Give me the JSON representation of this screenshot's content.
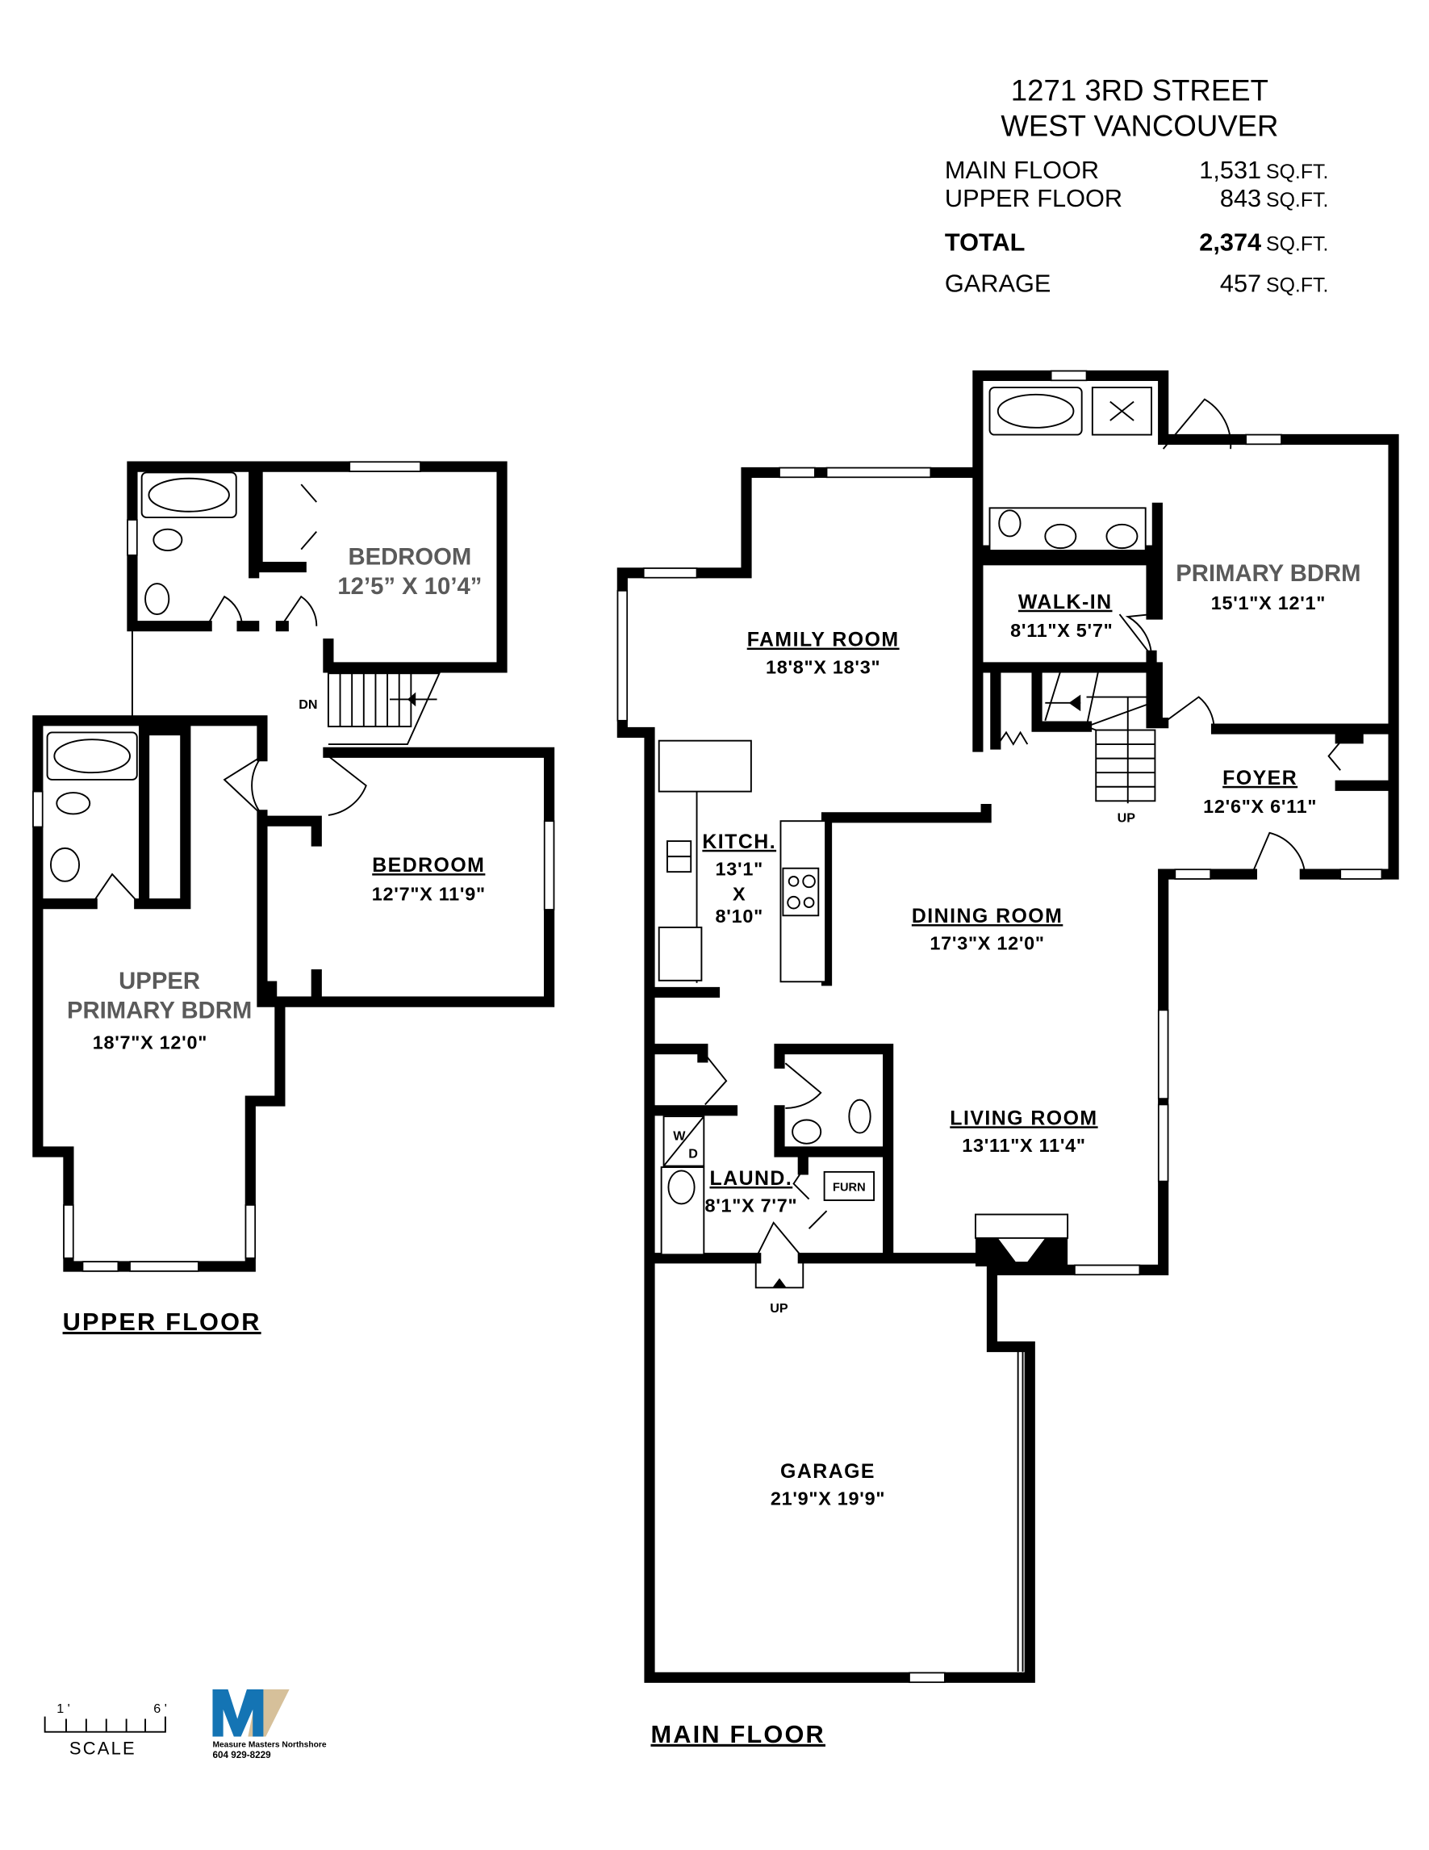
{
  "header": {
    "address_line1": "1271 3RD STREET",
    "address_line2": "WEST VANCOUVER",
    "areas": [
      {
        "label": "MAIN FLOOR",
        "value": "1,531",
        "unit": "SQ.FT."
      },
      {
        "label": "UPPER FLOOR",
        "value": "843",
        "unit": "SQ.FT."
      },
      {
        "label": "TOTAL",
        "value": "2,374",
        "unit": "SQ.FT."
      },
      {
        "label": "GARAGE",
        "value": "457",
        "unit": "SQ.FT."
      }
    ]
  },
  "upper_floor": {
    "title": "UPPER FLOOR",
    "rooms": [
      {
        "name": "BEDROOM",
        "dims": "12’5” X 10’4”"
      },
      {
        "name": "BEDROOM",
        "dims": "12'7\"X  11'9\""
      },
      {
        "name_line1": "UPPER",
        "name_line2": "PRIMARY BDRM",
        "dims": "18'7\"X  12'0\""
      }
    ],
    "stair_label": "DN"
  },
  "main_floor": {
    "title": "MAIN FLOOR",
    "rooms": [
      {
        "name": "FAMILY ROOM",
        "dims": "18'8\"X  18'3\""
      },
      {
        "name": "PRIMARY BDRM",
        "dims": "15'1\"X  12'1\""
      },
      {
        "name": "WALK-IN",
        "dims": "8'11\"X  5'7\""
      },
      {
        "name": "FOYER",
        "dims": "12'6\"X  6'11\""
      },
      {
        "name": "KITCH.",
        "dims_line1": "13'1\"",
        "dims_line2": "X",
        "dims_line3": "8'10\""
      },
      {
        "name": "DINING ROOM",
        "dims": "17'3\"X  12'0\""
      },
      {
        "name": "LIVING ROOM",
        "dims": "13'11\"X  11'4\""
      },
      {
        "name": "LAUND.",
        "dims": "8'1\"X  7'7\""
      },
      {
        "name": "GARAGE",
        "dims": "21'9\"X  19'9\""
      }
    ],
    "stair_label": "UP",
    "garage_stair_label": "UP",
    "furnace_label": "FURN",
    "washer_dryer_label_w": "W",
    "washer_dryer_label_d": "D"
  },
  "scale": {
    "label": "SCALE",
    "start": "1 '",
    "end": "6 '"
  },
  "logo": {
    "letters": "MV",
    "company": "Measure Masters Northshore",
    "phone": "604 929-8229",
    "colors": {
      "blue": "#1474b4",
      "tan": "#d6c09a"
    }
  }
}
